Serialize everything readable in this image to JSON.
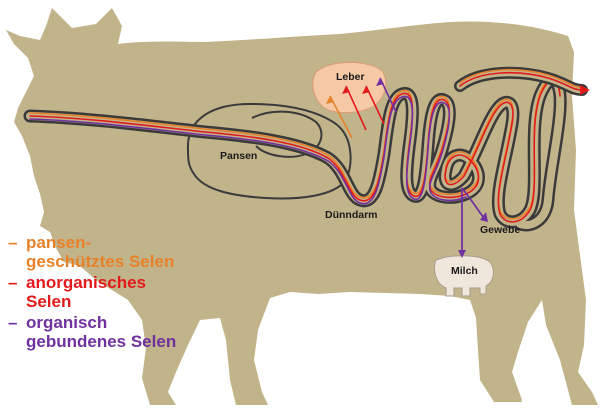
{
  "labels": {
    "pansen": "Pansen",
    "leber": "Leber",
    "duenndarm": "Dünndarm",
    "gewebe": "Gewebe",
    "milch": "Milch"
  },
  "legend": [
    {
      "dash": "–",
      "text": "pansen-\ngeschütztes Selen",
      "color": "#e8822a"
    },
    {
      "dash": "–",
      "text": "anorganisches\nSelen",
      "color": "#e31a1c"
    },
    {
      "dash": "–",
      "text": "organisch\ngebundenes Selen",
      "color": "#7030a0"
    }
  ],
  "colors": {
    "cow": "#c2b48a",
    "gut_outline": "#3a3a3a",
    "liver": "#f6c9a6",
    "udder": "#efe6dc",
    "orange": "#e8822a",
    "red": "#e31a1c",
    "purple": "#7030a0"
  }
}
